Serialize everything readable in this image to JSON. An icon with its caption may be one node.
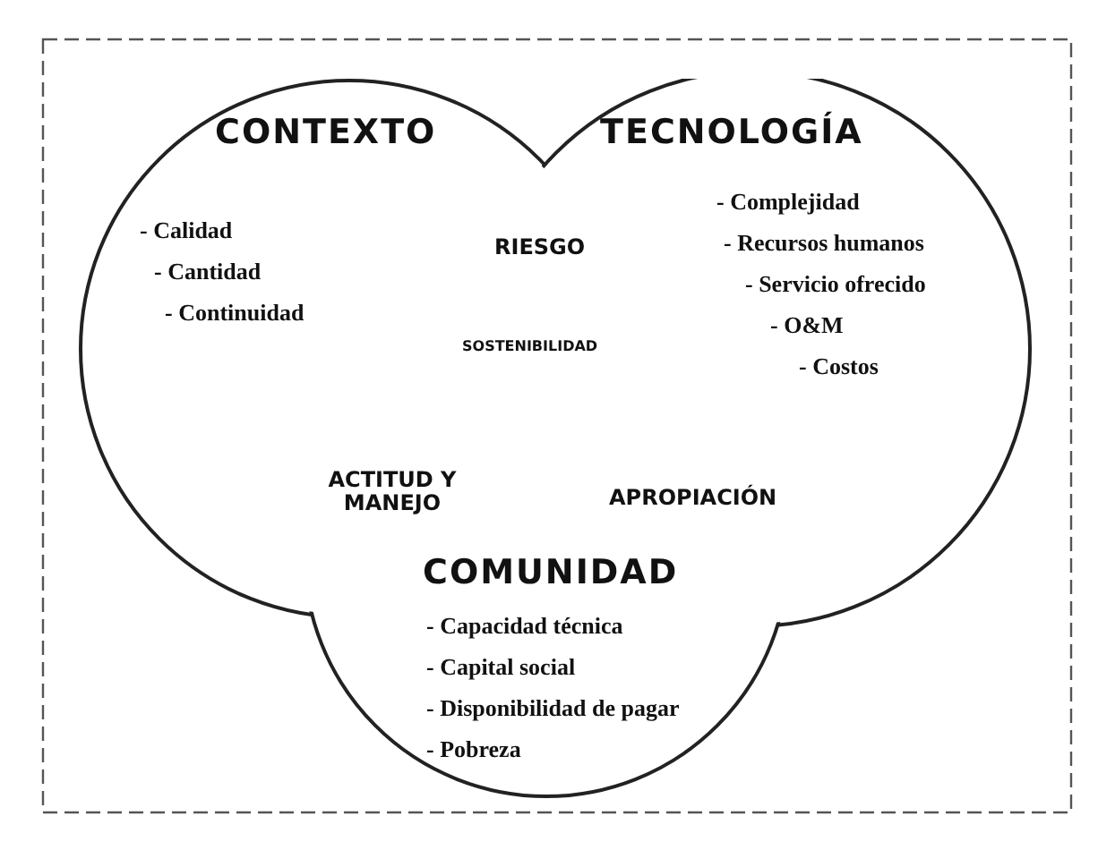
{
  "diagram": {
    "nodes": [
      {
        "text": [
          "CONTEXTO",
          "TECNOLOGÍA",
          "- Calidad",
          "- Cantidad",
          "- Continuidad",
          "RIESGO",
          "- Complejidad",
          "- Recursos humanos",
          "- Servicio ofrecido",
          "- O&M",
          "- Costos",
          "SOSTENIBILIDAD",
          "ACTITUD Y MANEJO",
          "APROPIACIÓN",
          "COMUNIDAD",
          "- Capacidad técnica",
          "- Capital social",
          "- Disponibilidad de pagar",
          "- Pobreza"
        ]
      }
    ]
  }
}
